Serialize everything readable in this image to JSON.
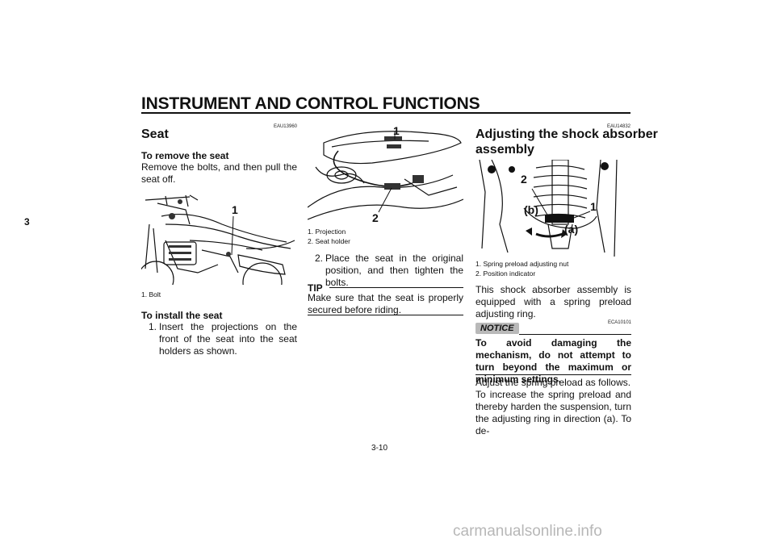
{
  "header": {
    "title": "INSTRUMENT AND CONTROL FUNCTIONS",
    "chapter_tab": "3"
  },
  "seat": {
    "code": "EAU13960",
    "heading": "Seat",
    "remove_heading": "To remove the seat",
    "remove_text": "Remove the bolts, and then pull the seat off.",
    "fig1_callouts": [
      "1"
    ],
    "fig1_caption": "1.  Bolt",
    "install_heading": "To install the seat",
    "steps": [
      {
        "num": "1.",
        "text": "Insert the projections on the front of the seat into the seat holders as shown."
      },
      {
        "num": "2.",
        "text": "Place the seat in the original position, and then tighten the bolts."
      }
    ],
    "fig2_callouts": [
      "1",
      "2"
    ],
    "fig2_captions": [
      "1.  Projection",
      "2.  Seat holder"
    ],
    "tip_label": "TIP",
    "tip_text": "Make sure that the seat is properly secured before riding."
  },
  "shock": {
    "code": "EAU14832",
    "heading_line1": "Adjusting the shock absorber",
    "heading_line2": "assembly",
    "fig_callouts": [
      "2",
      "(b)",
      "1",
      "(a)"
    ],
    "fig_captions": [
      "1.  Spring preload adjusting nut",
      "2.  Position indicator"
    ],
    "intro": "This shock absorber assembly is equipped with a spring preload adjusting ring.",
    "notice_label": "NOTICE",
    "notice_code": "ECA10101",
    "notice_text": "To avoid damaging the mechanism, do not attempt to turn beyond the maximum or minimum settings.",
    "body1": "Adjust the spring preload as follows.",
    "body2": "To increase the spring preload and thereby harden the suspension, turn the adjusting ring in direction (a). To de-"
  },
  "footer": {
    "page_number": "3-10",
    "watermark": "carmanualsonline.info"
  }
}
